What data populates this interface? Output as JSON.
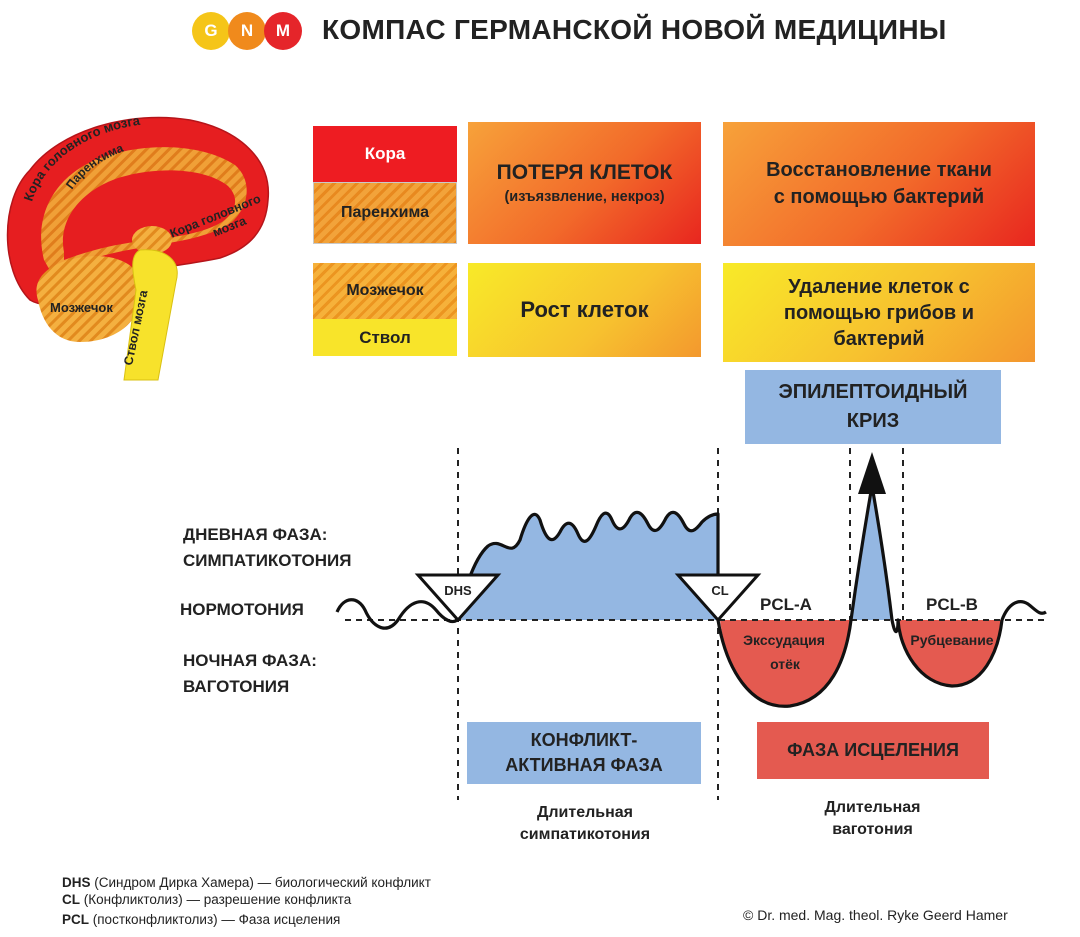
{
  "header": {
    "logo_letters": [
      "G",
      "N",
      "M"
    ],
    "logo_colors": [
      "#f5c518",
      "#f08a1c",
      "#e5252a"
    ],
    "title": "КОМПАС ГЕРМАНСКОЙ НОВОЙ МЕДИЦИНЫ"
  },
  "brain": {
    "cortex_outer": "Кора головного мозга",
    "parenchyma": "Паренхима",
    "cortex_inner_line1": "Кора головного",
    "cortex_inner_line2": "мозга",
    "cerebellum": "Мозжечок",
    "brainstem": "Ствол мозга"
  },
  "table": {
    "cortex": "Кора",
    "parenchyma": "Паренхима",
    "cerebellum": "Мозжечок",
    "stem": "Ствол",
    "cell_loss_title": "ПОТЕРЯ КЛЕТОК",
    "cell_loss_sub": "(изъязвление, некроз)",
    "restoration_line1": "Восстановление ткани",
    "restoration_line2": "с помощью бактерий",
    "cell_growth": "Рост клеток",
    "removal_line1": "Удаление клеток с",
    "removal_line2": "помощью грибов и",
    "removal_line3": "бактерий"
  },
  "diagram": {
    "epileptoid_line1": "ЭПИЛЕПТОИДНЫЙ",
    "epileptoid_line2": "КРИЗ",
    "day_phase_line1": "ДНЕВНАЯ ФАЗА:",
    "day_phase_line2": "СИМПАТИКОТОНИЯ",
    "normotonia": "НОРМОТОНИЯ",
    "night_phase_line1": "НОЧНАЯ ФАЗА:",
    "night_phase_line2": "ВАГОТОНИЯ",
    "dhs": "DHS",
    "cl": "CL",
    "pcl_a": "PCL-A",
    "pcl_b": "PCL-B",
    "exudation": "Экссудация",
    "edema": "отёк",
    "scarring": "Рубцевание",
    "conflict_active_line1": "КОНФЛИКТ-",
    "conflict_active_line2": "АКТИВНАЯ ФАЗА",
    "healing_phase": "ФАЗА ИСЦЕЛЕНИЯ",
    "long_sympathicotonia_line1": "Длительная",
    "long_sympathicotonia_line2": "симпатикотония",
    "long_vagotonia_line1": "Длительная",
    "long_vagotonia_line2": "ваготония",
    "colors": {
      "sympathicotonia": "#94b7e2",
      "vagotonia": "#e45a50"
    }
  },
  "footer": {
    "dhs_abbr": "DHS",
    "dhs_text": " (Синдром Дирка Хамера) — биологический конфликт",
    "cl_abbr": "CL",
    "cl_text": " (Конфликтолиз) — разрешение конфликта",
    "pcl_abbr": "PCL",
    "pcl_text": " (постконфликтолиз) — Фаза исцеления",
    "copyright": "© Dr. med. Mag. theol. Ryke Geerd Hamer"
  }
}
